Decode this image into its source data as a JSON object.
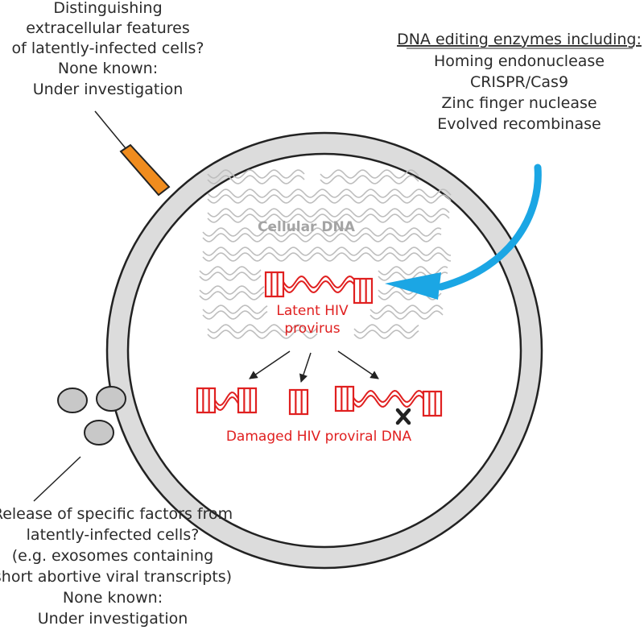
{
  "top_left": {
    "lines": [
      "Distinguishing",
      "extracellular features",
      "of latently-infected cells?",
      "None known:",
      "Under investigation"
    ]
  },
  "top_right": {
    "heading": "DNA editing enzymes including:",
    "items": [
      "Homing endonuclease",
      "CRISPR/Cas9",
      "Zinc finger nuclease",
      "Evolved recombinase"
    ]
  },
  "cell": {
    "cellular_dna_label": "Cellular DNA",
    "latent_label_1": "Latent HIV",
    "latent_label_2": "provirus",
    "damaged_label": "Damaged HIV proviral DNA"
  },
  "bottom_left": {
    "lines": [
      "Release of specific factors from",
      "latently-infected cells?",
      "(e.g. exosomes containing",
      "short abortive viral transcripts)",
      "None known:",
      "Under investigation"
    ]
  },
  "colors": {
    "provirus": "#e02020",
    "cellular_dna": "#bdbdbd",
    "arrow": "#1ba6e4",
    "receptor": "#f08c1e",
    "membrane": "#dcdcdc",
    "exosome": "#c8c8c8"
  }
}
